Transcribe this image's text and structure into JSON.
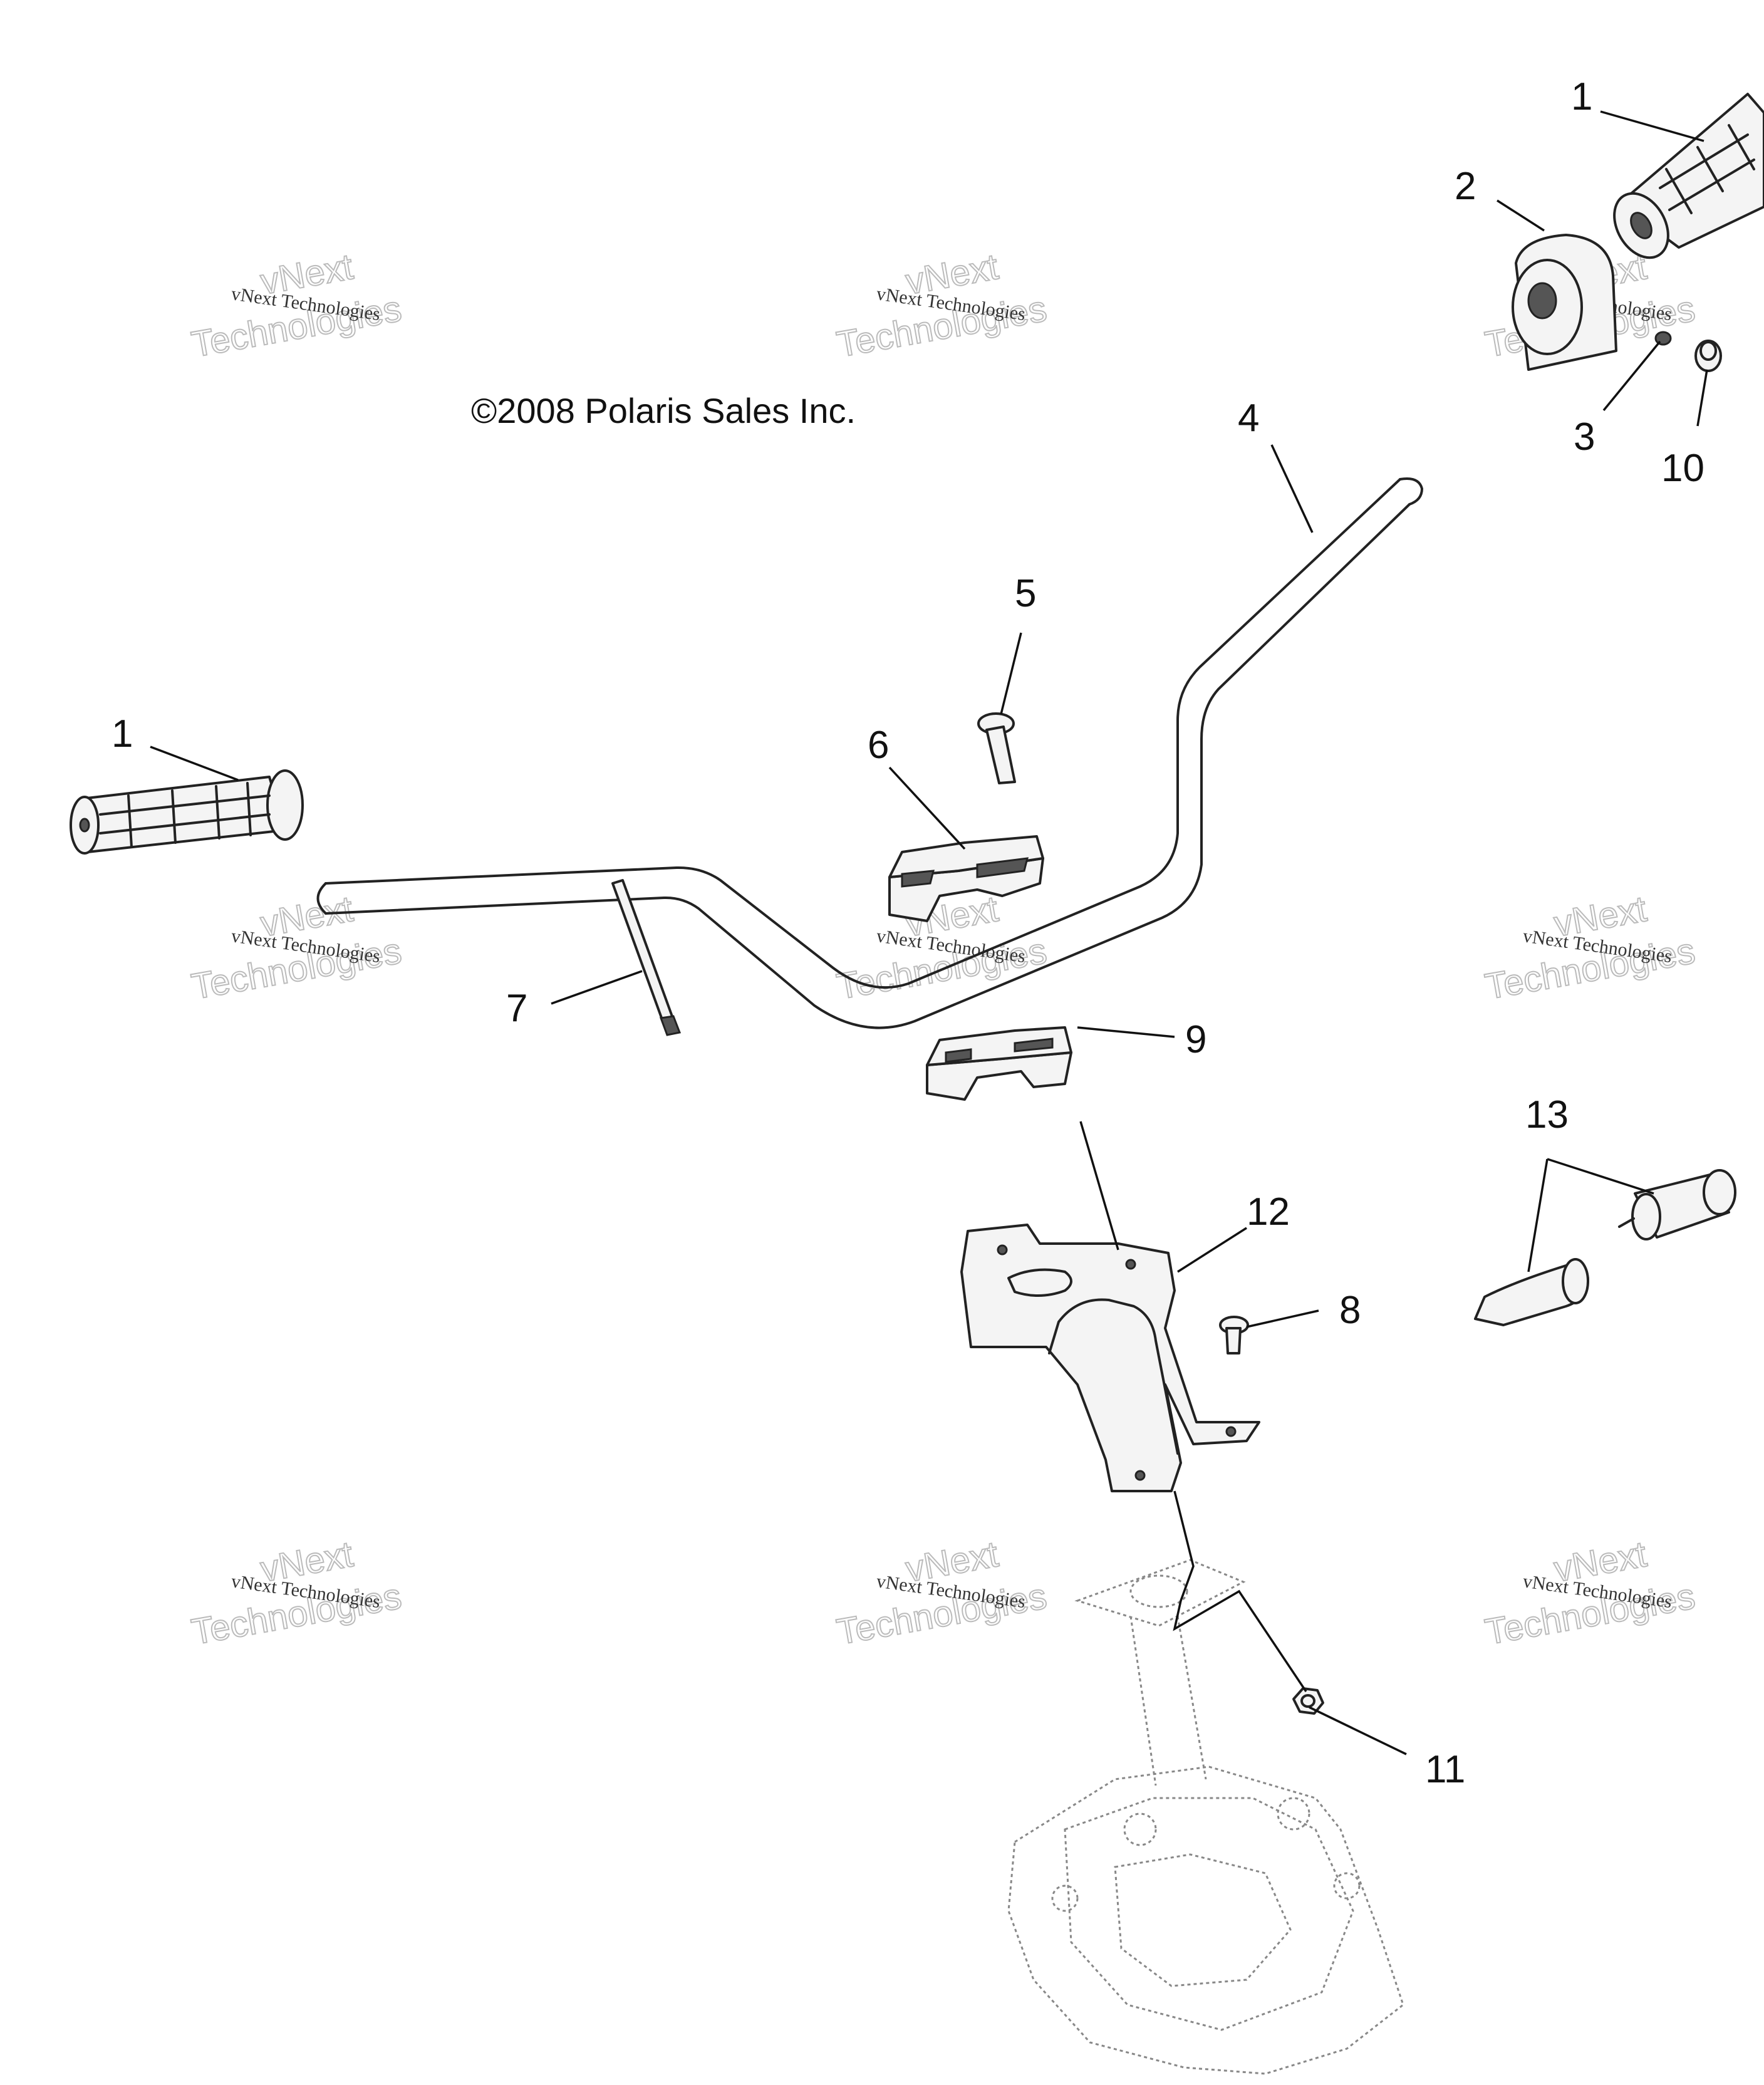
{
  "copyright": "©2008 Polaris Sales Inc.",
  "watermark": {
    "line1": "vNext Technologies",
    "line2": "vNext",
    "line3": "Technologies"
  },
  "callouts": {
    "c1_right": "1",
    "c2": "2",
    "c3": "3",
    "c10": "10",
    "c4": "4",
    "c5": "5",
    "c6": "6",
    "c1_left": "1",
    "c7": "7",
    "c9": "9",
    "c12": "12",
    "c8": "8",
    "c13": "13",
    "c11": "11"
  },
  "colors": {
    "line": "#222222",
    "watermark": "#bbbbbb",
    "background": "#ffffff"
  }
}
